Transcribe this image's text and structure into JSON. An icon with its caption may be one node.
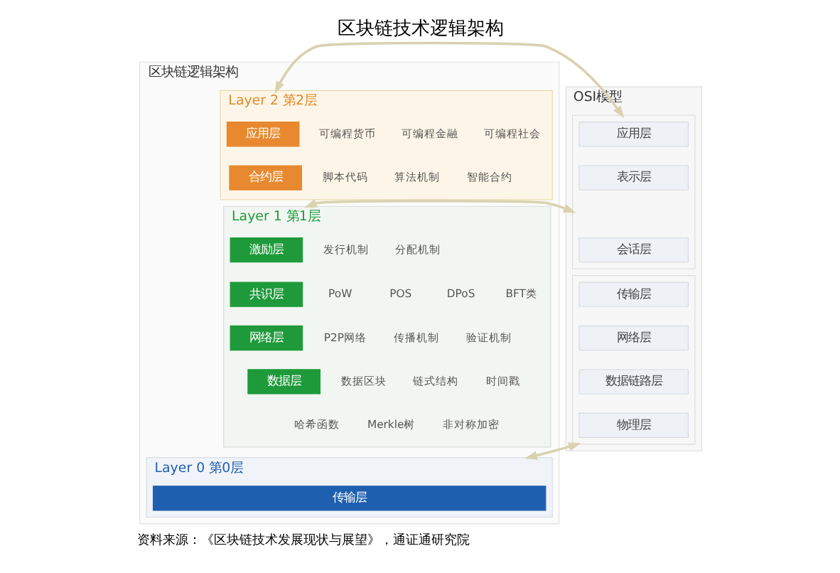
{
  "diagram": {
    "title": "区块链技术逻辑架构",
    "caption": "资料来源：《区块链技术发展现状与展望》，通证通研究院",
    "nodes": [
      {
        "text": [
          "OSI模型"
        ]
      },
      {
        "text": [],
        "shape": "box",
        "in": 0
      },
      {
        "text": [
          "应用层"
        ],
        "in": 1
      },
      {
        "text": [
          "表示层"
        ],
        "in": 1
      },
      {
        "text": [
          "会话层"
        ],
        "in": 1
      },
      {
        "text": [],
        "shape": "box",
        "in": 0
      },
      {
        "text": [
          "传输层"
        ],
        "in": 5
      },
      {
        "text": [
          "网络层"
        ],
        "in": 5
      },
      {
        "text": [
          "数据链路层"
        ],
        "in": 5
      },
      {
        "text": [
          "物理层"
        ],
        "in": 5
      },
      {
        "text": [
          "区块链逻辑架构"
        ]
      },
      {
        "text": [
          "Layer 2 第2层"
        ],
        "in": 10
      },
      {
        "text": [
          "应用层"
        ],
        "in": 11
      },
      {
        "text": [
          "合约层"
        ],
        "in": 11
      },
      {
        "text": [
          "Layer 1 第1层"
        ],
        "in": 10
      },
      {
        "text": [
          "激励层"
        ],
        "in": 14
      },
      {
        "text": [
          "共识层"
        ],
        "in": 14
      },
      {
        "text": [
          "网络层"
        ],
        "in": 14
      },
      {
        "text": [
          "数据层"
        ],
        "in": 14
      },
      {
        "text": [
          "Layer 0 第0层"
        ],
        "in": 10
      },
      {
        "text": [
          "传输层"
        ],
        "in": 19
      }
    ],
    "edges": [
      {
        "from": 1,
        "to": 11,
        "arrow": "both"
      },
      {
        "from": 1,
        "to": 14,
        "arrow": "both"
      },
      {
        "from": 5,
        "to": 19,
        "arrow": "both"
      }
    ],
    "labels": [
      "可编程货币",
      "可编程金融",
      "可编程社会",
      "脚本代码",
      "算法机制",
      "智能合约",
      "发行机制",
      "分配机制",
      "PoW",
      "POS",
      "DPoS",
      "BFT类",
      "P2P网络",
      "传播机制",
      "验证机制",
      "数据区块",
      "链式结构",
      "时间戳",
      "哈希函数",
      "Merkle树",
      "非对称加密"
    ]
  }
}
